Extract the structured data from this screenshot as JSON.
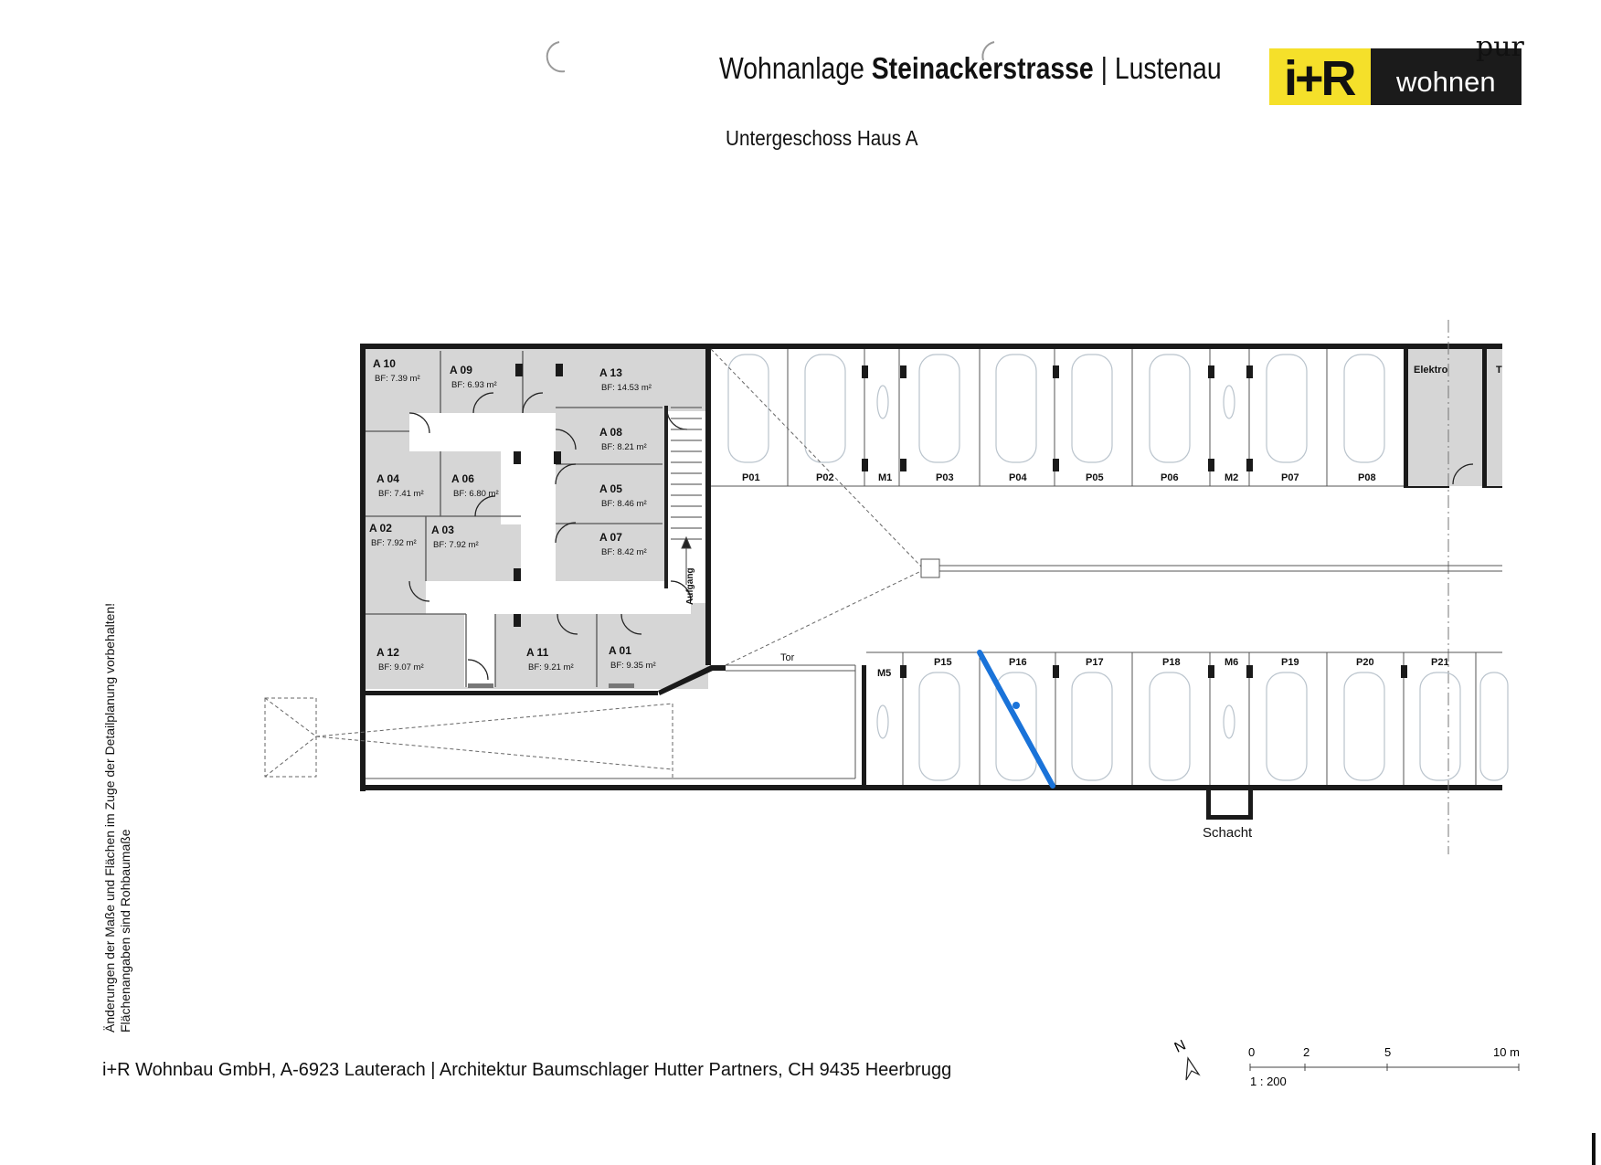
{
  "header": {
    "title_prefix": "Wohnanlage ",
    "title_bold": "Steinackerstrasse",
    "title_suffix": " | Lustenau",
    "subtitle": "Untergeschoss Haus A"
  },
  "logo": {
    "mark": "i+R",
    "word": "wohnen",
    "script": "pur",
    "yellow": "#f5e02a",
    "black": "#1b1b1b"
  },
  "disclaimer": {
    "line1": "Änderungen der Maße und Flächen im Zuge der Detailplanung vorbehalten!",
    "line2": "Flächenangaben sind Rohbaumaße"
  },
  "footer": "i+R Wohnbau GmbH, A-6923 Lauterach | Architektur Baumschlager Hutter Partners, CH 9435 Heerbrugg",
  "compass": "N",
  "scale": {
    "ticks": [
      "0",
      "2",
      "5",
      "10 m"
    ],
    "ratio": "1 : 200"
  },
  "storage_units": [
    {
      "id": "A 10",
      "area": "BF: 7.39 m²"
    },
    {
      "id": "A 09",
      "area": "BF: 6.93 m²"
    },
    {
      "id": "A 13",
      "area": "BF: 14.53 m²"
    },
    {
      "id": "A 08",
      "area": "BF: 8.21 m²"
    },
    {
      "id": "A 04",
      "area": "BF: 7.41 m²"
    },
    {
      "id": "A 06",
      "area": "BF: 6.80 m²"
    },
    {
      "id": "A 05",
      "area": "BF: 8.46 m²"
    },
    {
      "id": "A 02",
      "area": "BF: 7.92 m²"
    },
    {
      "id": "A 03",
      "area": "BF: 7.92 m²"
    },
    {
      "id": "A 07",
      "area": "BF: 8.42 m²"
    },
    {
      "id": "A 12",
      "area": "BF: 9.07 m²"
    },
    {
      "id": "A 11",
      "area": "BF: 9.21 m²"
    },
    {
      "id": "A 01",
      "area": "BF: 9.35 m²"
    }
  ],
  "parking_top": [
    "P01",
    "P02",
    "M1",
    "P03",
    "P04",
    "P05",
    "P06",
    "M2",
    "P07",
    "P08"
  ],
  "parking_bottom": [
    "M5",
    "P15",
    "P16",
    "P17",
    "P18",
    "M6",
    "P19",
    "P20",
    "P21"
  ],
  "labels": {
    "elektro": "Elektro",
    "t": "T",
    "aufgang": "Aufgang",
    "tor": "Tor",
    "schacht": "Schacht"
  },
  "highlight_color": "#1a73d9"
}
